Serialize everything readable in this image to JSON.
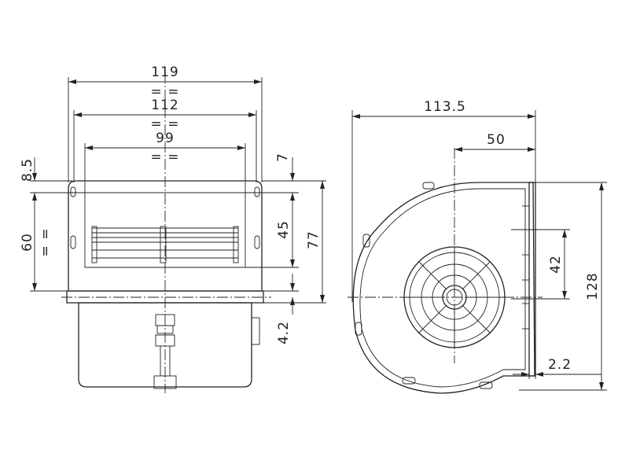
{
  "front_view": {
    "dim_width_outer": "119",
    "dim_width_mid": "112",
    "dim_width_inner": "99",
    "dim_flange_height": "8.5",
    "dim_outlet_height": "60",
    "dim_top_offset": "7",
    "dim_blade_height": "45",
    "dim_total_height": "77",
    "dim_bottom_offset": "4.2",
    "equal_mark": "= ="
  },
  "side_view": {
    "dim_depth": "113.5",
    "dim_axis_offset": "50",
    "dim_outlet_span": "42",
    "dim_total_height": "128",
    "dim_flange_thickness": "2.2"
  }
}
